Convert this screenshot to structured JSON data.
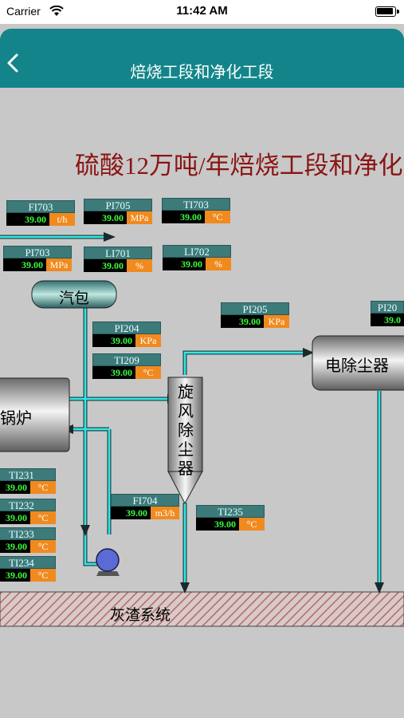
{
  "status_bar": {
    "carrier": "Carrier",
    "time": "11:42 AM"
  },
  "nav": {
    "title": "焙烧工段和净化工段"
  },
  "diagram": {
    "heading": "硫酸12万吨/年焙烧工段和净化",
    "equipment": {
      "drum": "汽包",
      "boiler": "锅炉",
      "cyclone": "旋风除尘器",
      "precipitator": "电除尘器",
      "ash_system": "灰渣系统"
    },
    "tags": [
      {
        "id": "FI703",
        "value": "39.00",
        "unit": "t/h"
      },
      {
        "id": "PI705",
        "value": "39.00",
        "unit": "MPa"
      },
      {
        "id": "TI703",
        "value": "39.00",
        "unit": "°C"
      },
      {
        "id": "PI703",
        "value": "39.00",
        "unit": "MPa"
      },
      {
        "id": "LI701",
        "value": "39.00",
        "unit": "%"
      },
      {
        "id": "LI702",
        "value": "39.00",
        "unit": "%"
      },
      {
        "id": "PI205",
        "value": "39.00",
        "unit": "KPa"
      },
      {
        "id": "PI20",
        "value": "39.0",
        "unit": ""
      },
      {
        "id": "PI204",
        "value": "39.00",
        "unit": "KPa"
      },
      {
        "id": "TI209",
        "value": "39.00",
        "unit": "°C"
      },
      {
        "id": "TI231",
        "value": "39.00",
        "unit": "°C"
      },
      {
        "id": "TI232",
        "value": "39.00",
        "unit": "°C"
      },
      {
        "id": "TI233",
        "value": "39.00",
        "unit": "°C"
      },
      {
        "id": "TI234",
        "value": "39.00",
        "unit": "°C"
      },
      {
        "id": "FI704",
        "value": "39.00",
        "unit": "m3/h"
      },
      {
        "id": "TI235",
        "value": "39.00",
        "unit": "°C"
      }
    ]
  }
}
